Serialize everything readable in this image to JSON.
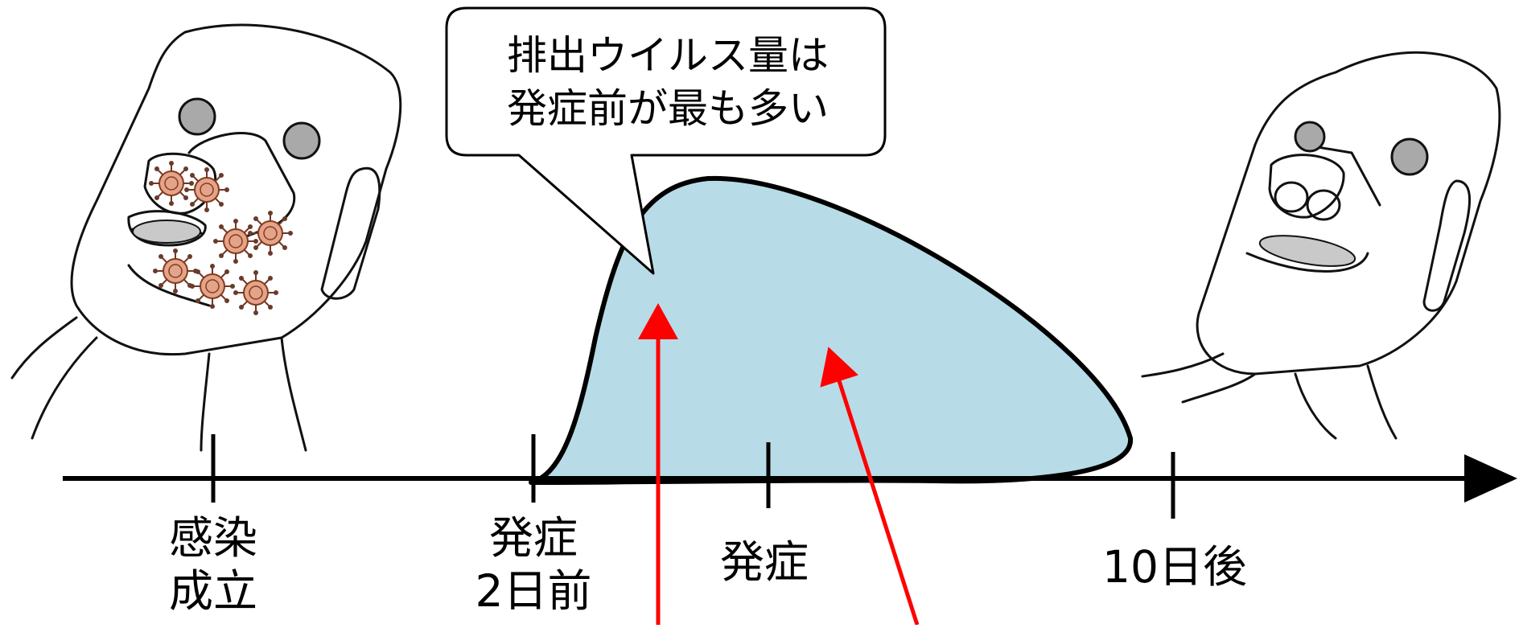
{
  "bubble": {
    "line1": "排出ウイルス量は",
    "line2": "発症前が最も多い"
  },
  "timeline": {
    "ticks": [
      {
        "line1": "感染",
        "line2": "成立"
      },
      {
        "line1": "発症",
        "line2": "2日前"
      },
      {
        "line1": "発症",
        "line2": ""
      },
      {
        "line1": "10日後",
        "line2": ""
      }
    ]
  },
  "colors": {
    "curve_fill": "#b7dce7",
    "arrow": "#ff0000",
    "line": "#000000"
  },
  "icons": {
    "left_figure": "sick-moai-icon",
    "right_figure": "healthy-moai-icon",
    "virus": "virus-icon"
  }
}
